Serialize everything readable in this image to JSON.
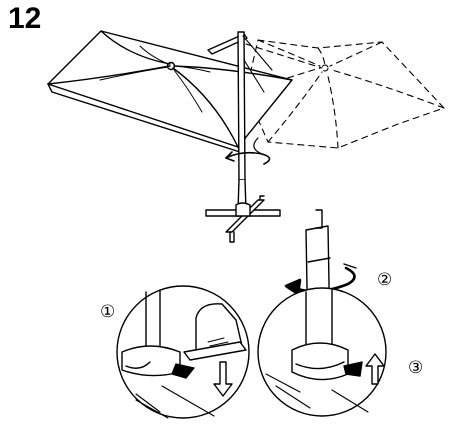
{
  "step": {
    "number": "12"
  },
  "callouts": [
    {
      "id": "c1",
      "label": "①"
    },
    {
      "id": "c2",
      "label": "②"
    },
    {
      "id": "c3",
      "label": "③"
    }
  ],
  "colors": {
    "ink": "#000000",
    "paper": "#ffffff",
    "shade": "#e6e6e6"
  },
  "icons": [
    "canopy-icon",
    "ghost-canopy-icon",
    "rotation-arrow-icon",
    "cross-base-icon",
    "foot-pedal-icon",
    "down-arrow-icon",
    "up-arrow-icon"
  ]
}
